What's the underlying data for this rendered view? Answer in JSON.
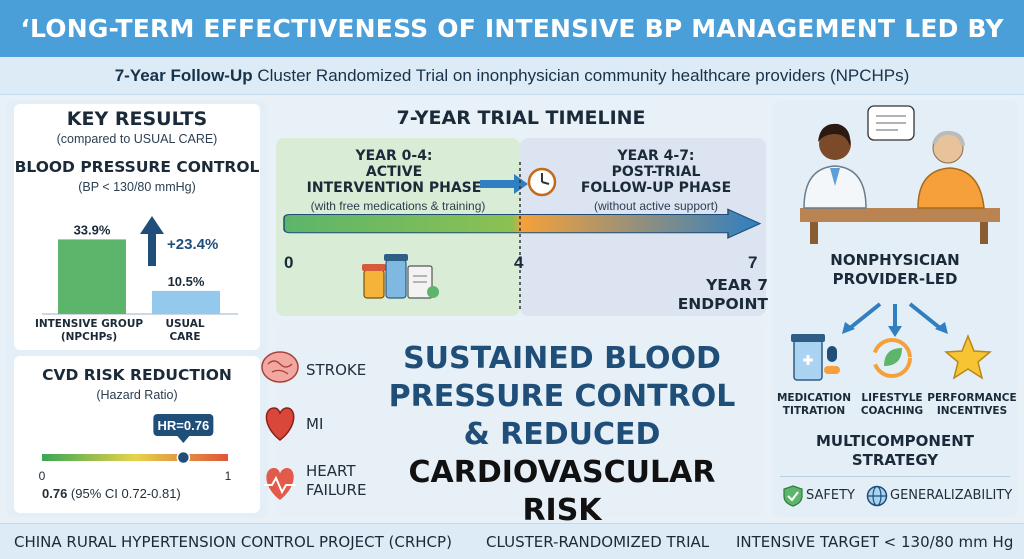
{
  "title": "‘LONG-TERM EFFECTIVENESS OF INTENSIVE BP MANAGEMENT LED BY NPCHPs’",
  "subtitle_bold": "7-Year Follow-Up",
  "subtitle_rest": " Cluster Randomized Trial on inonphysician community healthcare providers (NPCHPs)",
  "key_results": {
    "heading": "KEY RESULTS",
    "compared": "(compared to USUAL CARE)",
    "bp_heading": "BLOOD PRESSURE CONTROL",
    "bp_sub": "(BP < 130/80 mmHg)",
    "chart_data": {
      "type": "bar",
      "categories": [
        "INTENSIVE GROUP (NPCHPs)",
        "USUAL CARE"
      ],
      "values": [
        33.9,
        10.5
      ],
      "value_labels": [
        "33.9%",
        "10.5%"
      ],
      "colors": [
        "#5cb56a",
        "#93c9ec"
      ],
      "difference_label": "+23.4%"
    },
    "bar1_label_line1": "INTENSIVE GROUP",
    "bar1_label_line2": "(NPCHPs)",
    "bar2_label_line1": "USUAL",
    "bar2_label_line2": "CARE",
    "cvd_heading": "CVD RISK REDUCTION",
    "cvd_sub": "(Hazard Ratio)",
    "hr_label": "HR=0.76",
    "hr_value": 0.76,
    "scale_min": "0",
    "scale_max": "1",
    "hr_ci_bold": "0.76",
    "hr_ci_rest": " (95% CI 0.72-0.81)"
  },
  "timeline": {
    "heading": "7-YEAR TRIAL TIMELINE",
    "phase1_line1": "YEAR 0-4:",
    "phase1_line2": "ACTIVE",
    "phase1_line3": "INTERVENTION PHASE",
    "phase1_sub": "(with free medications & training)",
    "phase2_line1": "YEAR 4-7:",
    "phase2_line2": "POST-TRIAL",
    "phase2_line3": "FOLLOW-UP PHASE",
    "phase2_sub": "(without active support)",
    "tick0": "0",
    "tick4": "4",
    "tick7": "7",
    "endpoint_line1": "YEAR 7",
    "endpoint_line2": "ENDPOINT"
  },
  "outcomes": {
    "stroke": "STROKE",
    "mi": "MI",
    "hf_line1": "HEART",
    "hf_line2": "FAILURE",
    "msg_line1": "SUSTAINED BLOOD",
    "msg_line2": "PRESSURE CONTROL",
    "msg_line3": "& REDUCED",
    "msg_line4": "CARDIOVASCULAR RISK"
  },
  "strategy": {
    "provider_line1": "NONPHYSICIAN",
    "provider_line2": "PROVIDER-LED",
    "item1_line1": "MEDICATION",
    "item1_line2": "TITRATION",
    "item2_line1": "LIFESTYLE",
    "item2_line2": "COACHING",
    "item3_line1": "PERFORMANCE",
    "item3_line2": "INCENTIVES",
    "heading_line1": "MULTICOMPONENT",
    "heading_line2": "STRATEGY",
    "safety": "SAFETY",
    "generalizability": "GENERALIZABILITY"
  },
  "footer": {
    "left": "CHINA RURAL HYPERTENSION CONTROL PROJECT (CRHCP)",
    "mid": "CLUSTER-RANDOMIZED TRIAL",
    "right": "INTENSIVE TARGET < 130/80 mm Hg"
  },
  "colors": {
    "title_bg": "#4a9fd8",
    "accent_navy": "#1f4e79",
    "green": "#5cb56a",
    "light_blue": "#93c9ec",
    "arrow_blue": "#2f7fc1",
    "orange": "#f5a03a"
  },
  "icons": [
    "brain-icon",
    "heart-icon",
    "heart-pulse-icon",
    "clock-icon",
    "medicine-bottles-icon",
    "pill-bottle-icon",
    "leaf-cycle-icon",
    "star-icon",
    "shield-check-icon",
    "globe-icon",
    "doctor-patient-illustration"
  ]
}
